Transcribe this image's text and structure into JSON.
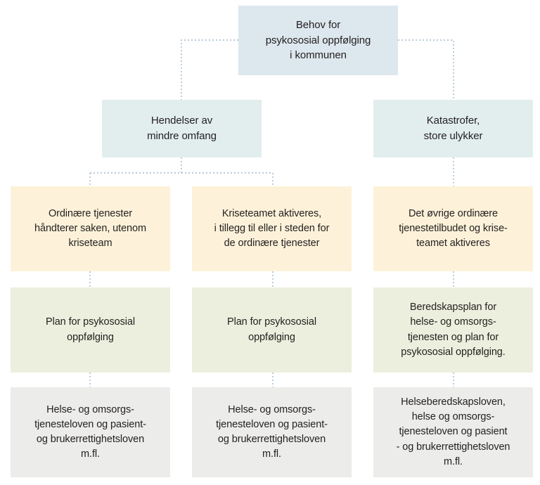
{
  "diagram": {
    "type": "flowchart",
    "orientation": "top-down",
    "language": "no",
    "background": "#ffffff",
    "connector_color": "#9fb8cc",
    "connector_style": "dotted"
  },
  "palette": {
    "root": "#dde7ee",
    "branch": "#e2eeee",
    "response": "#fdf2d9",
    "plan": "#ecefdd",
    "law": "#ececea",
    "text": "#231f20"
  },
  "nodes": {
    "root": {
      "label": "Behov for\npsykososial oppfølging\ni kommunen",
      "level": 1
    },
    "branch_small": {
      "label": "Hendelser av\nmindre omfang",
      "level": 2
    },
    "branch_major": {
      "label": "Katastrofer,\nstore ulykker",
      "level": 2
    },
    "response_1": {
      "label": "Ordinære tjenester\nhåndterer saken, utenom\nkriseteam",
      "level": 3
    },
    "response_2": {
      "label": "Kriseteamet aktiveres,\ni tillegg til eller i steden for\nde ordinære tjenester",
      "level": 3
    },
    "response_3": {
      "label": "Det øvrige ordinære\ntjenestetilbudet og krise-\nteamet aktiveres",
      "level": 3
    },
    "plan_1": {
      "label": "Plan for psykososial\noppfølging",
      "level": 4
    },
    "plan_2": {
      "label": "Plan for psykososial\noppfølging",
      "level": 4
    },
    "plan_3": {
      "label": "Beredskapsplan for\nhelse- og omsorgs-\ntjenesten og plan for\npsykososial oppfølging.",
      "level": 4
    },
    "law_1": {
      "label": "Helse- og omsorgs-\ntjenesteloven og pasient-\nog brukerrettighetsloven\nm.fl.",
      "level": 5
    },
    "law_2": {
      "label": "Helse- og omsorgs-\ntjenesteloven og pasient-\nog brukerrettighetsloven\nm.fl.",
      "level": 5
    },
    "law_3": {
      "label": "Helseberedskapsloven,\nhelse og omsorgs-\ntjenesteloven og pasient\n- og brukerrettighetsloven\nm.fl.",
      "level": 5
    }
  },
  "edges": [
    {
      "from": "root",
      "to": "branch_small",
      "style": "elbow-left"
    },
    {
      "from": "root",
      "to": "branch_major",
      "style": "elbow-right"
    },
    {
      "from": "branch_small",
      "to": "response_1",
      "style": "split-left"
    },
    {
      "from": "branch_small",
      "to": "response_2",
      "style": "split-right"
    },
    {
      "from": "branch_major",
      "to": "response_3",
      "style": "straight"
    },
    {
      "from": "response_1",
      "to": "plan_1",
      "style": "straight"
    },
    {
      "from": "response_2",
      "to": "plan_2",
      "style": "straight"
    },
    {
      "from": "response_3",
      "to": "plan_3",
      "style": "straight"
    },
    {
      "from": "plan_1",
      "to": "law_1",
      "style": "straight"
    },
    {
      "from": "plan_2",
      "to": "law_2",
      "style": "straight"
    },
    {
      "from": "plan_3",
      "to": "law_3",
      "style": "straight"
    }
  ]
}
